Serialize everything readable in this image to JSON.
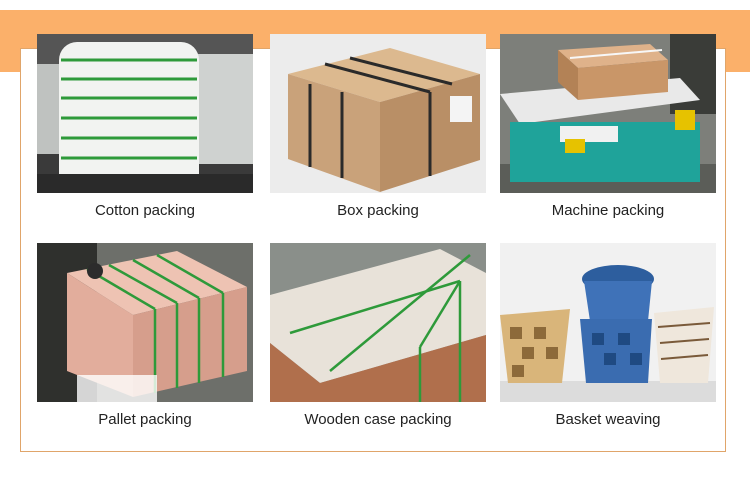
{
  "items": [
    {
      "label": "Cotton packing"
    },
    {
      "label": "Box packing"
    },
    {
      "label": "Machine packing"
    },
    {
      "label": "Pallet packing"
    },
    {
      "label": "Wooden case packing"
    },
    {
      "label": "Basket weaving"
    }
  ],
  "colors": {
    "accent_band": "#fbb06a",
    "frame_border": "#e0a56a",
    "strap_green": "#2e9a3a",
    "carton_brown": "#c9a27a",
    "machine_teal": "#1fa39a"
  }
}
